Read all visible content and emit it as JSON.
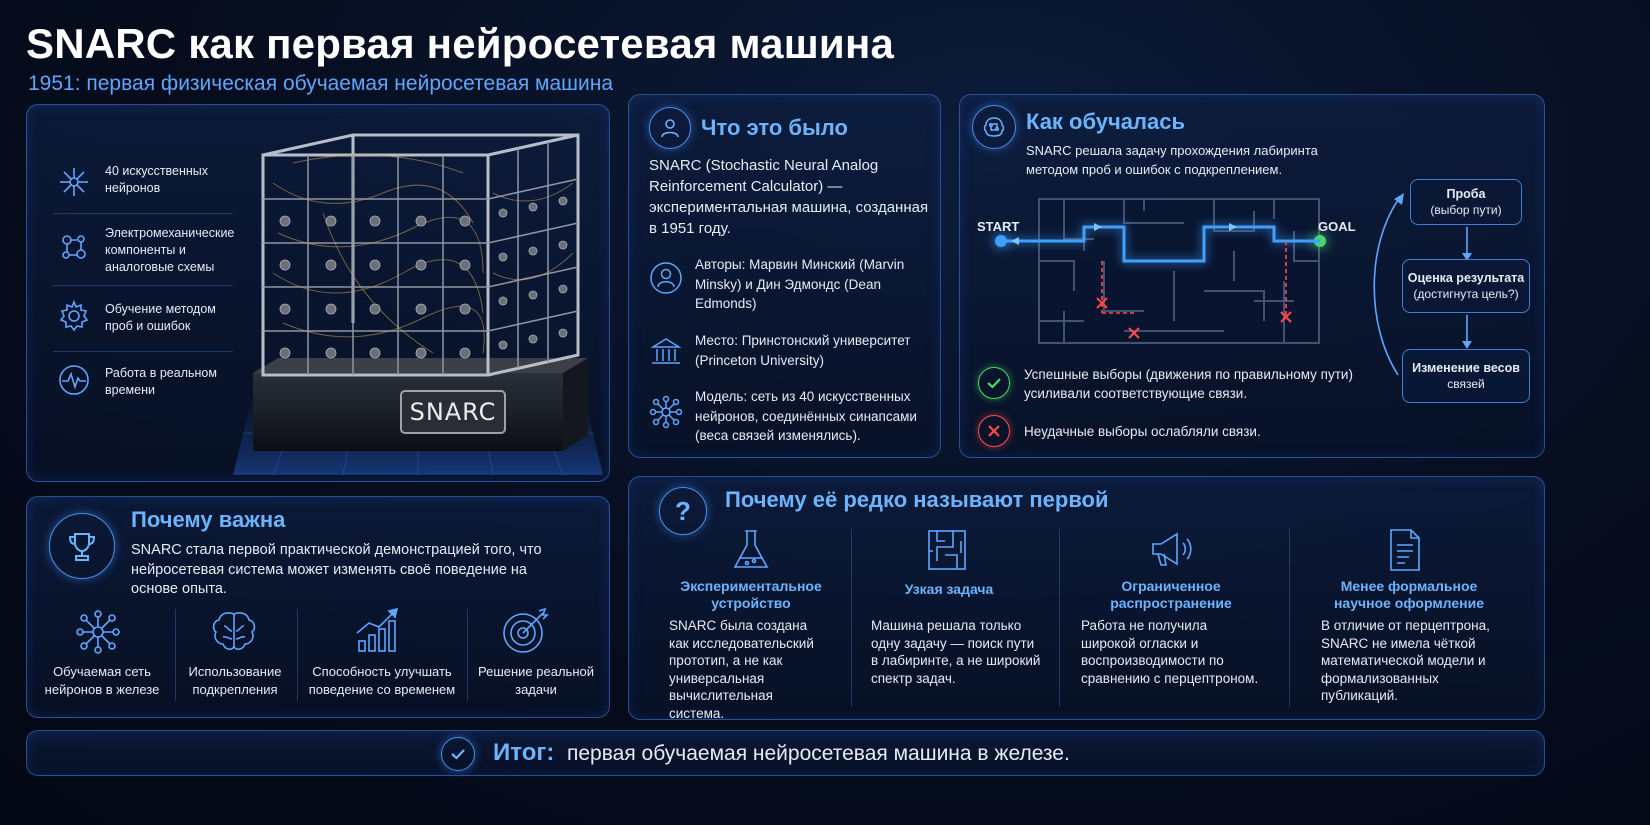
{
  "header": {
    "title": "SNARC как первая нейросетевая машина",
    "subtitle": "1951: первая физическая обучаемая нейросетевая машина"
  },
  "features_list": [
    {
      "icon": "neuron-icon",
      "label": "40 искусственных нейронов"
    },
    {
      "icon": "circuit-icon",
      "label": "Электромеханические компоненты и аналоговые схемы"
    },
    {
      "icon": "gear-icon",
      "label": "Обучение методом проб и ошибок"
    },
    {
      "icon": "pulse-icon",
      "label": "Работа в реальном времени"
    }
  ],
  "machine_plate": "SNARC",
  "what_it_was": {
    "title": "Что это было",
    "description": "SNARC (Stochastic Neural Analog Reinforcement Calculator) — экспериментальная машина, созданная в 1951 году.",
    "items": [
      {
        "icon": "person-icon",
        "text": "Авторы: Марвин Минский (Marvin Minsky) и Дин Эдмондс (Dean Edmonds)"
      },
      {
        "icon": "university-icon",
        "text": "Место: Принстонский университет (Princeton University)"
      },
      {
        "icon": "network-icon",
        "text": "Модель: сеть из 40 искусственных нейронов, соединённых синапсами (веса связей изменялись)."
      }
    ]
  },
  "how_learned": {
    "title": "Как обучалась",
    "description": "SNARC решала задачу прохождения лабиринта методом проб и ошибок с подкреплением.",
    "start_label": "START",
    "goal_label": "GOAL",
    "success_text": "Успешные выборы (движения по правильному пути) усиливали соответствующие связи.",
    "fail_text": "Неудачные выборы ослабляли связи.",
    "flow": [
      {
        "title": "Проба",
        "sub": "(выбор пути)"
      },
      {
        "title": "Оценка результата",
        "sub": "(достигнута цель?)"
      },
      {
        "title": "Изменение весов",
        "sub": "связей"
      }
    ]
  },
  "why_important": {
    "title": "Почему важна",
    "description": "SNARC стала первой практической демонстрацией того, что нейросетевая система может изменять своё поведение на основе опыта.",
    "items": [
      {
        "icon": "network-icon",
        "label": "Обучаемая сеть нейронов в железе"
      },
      {
        "icon": "brain-icon",
        "label": "Использование подкрепления"
      },
      {
        "icon": "growth-chart-icon",
        "label": "Способность улучшать поведение со временем"
      },
      {
        "icon": "target-icon",
        "label": "Решение реальной задачи"
      }
    ]
  },
  "why_rarely": {
    "title": "Почему её редко называют первой",
    "items": [
      {
        "icon": "flask-icon",
        "title": "Экспериментальное устройство",
        "text": "SNARC была создана как исследовательский прототип, а не как универсальная вычислительная система."
      },
      {
        "icon": "maze-icon",
        "title": "Узкая задача",
        "text": "Машина решала только одну задачу — поиск пути в лабиринте, а не широкий спектр задач."
      },
      {
        "icon": "megaphone-icon",
        "title": "Ограниченное распространение",
        "text": "Работа не получила широкой огласки и воспроизводимости по сравнению с перцептроном."
      },
      {
        "icon": "document-icon",
        "title": "Менее формальное научное оформление",
        "text": "В отличие от перцептрона, SNARC не имела чёткой математической модели и формализованных публикаций."
      }
    ]
  },
  "summary": {
    "label": "Итог:",
    "text": "первая обучаемая нейросетевая машина в железе."
  },
  "colors": {
    "accent": "#6cb4ff",
    "success": "#4cd964",
    "fail": "#ff4b4b",
    "path": "#3fa0ff"
  }
}
